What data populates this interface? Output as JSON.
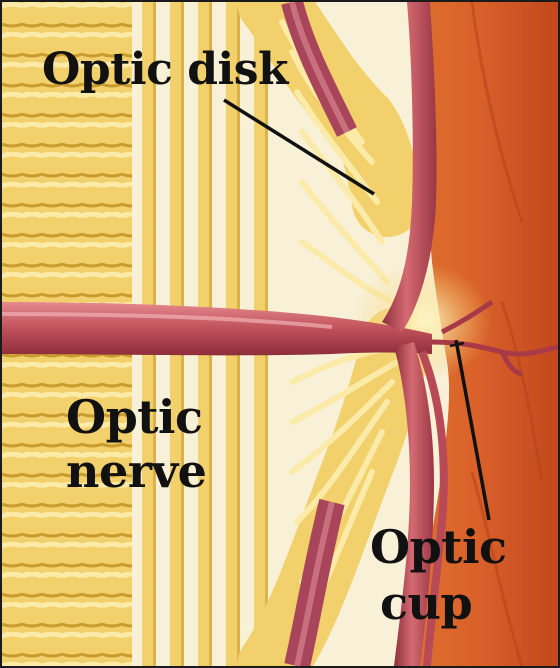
{
  "labels": {
    "optic_disk": "Optic disk",
    "optic_nerve_line1": "Optic",
    "optic_nerve_line2": "nerve",
    "optic_cup_line1": "Optic",
    "optic_cup_line2": "cup"
  },
  "colors": {
    "nerve_fiber": "#f2d06b",
    "nerve_fiber_light": "#fbeaa8",
    "nerve_fiber_dark": "#c99a2e",
    "gap": "#f8f1d8",
    "retina": "#d9602a",
    "retina_dark": "#b8441c",
    "vessel": "#c0505a",
    "vessel_light": "#e58a8e",
    "sclera": "#a8455a",
    "leader_line": "#111111"
  }
}
